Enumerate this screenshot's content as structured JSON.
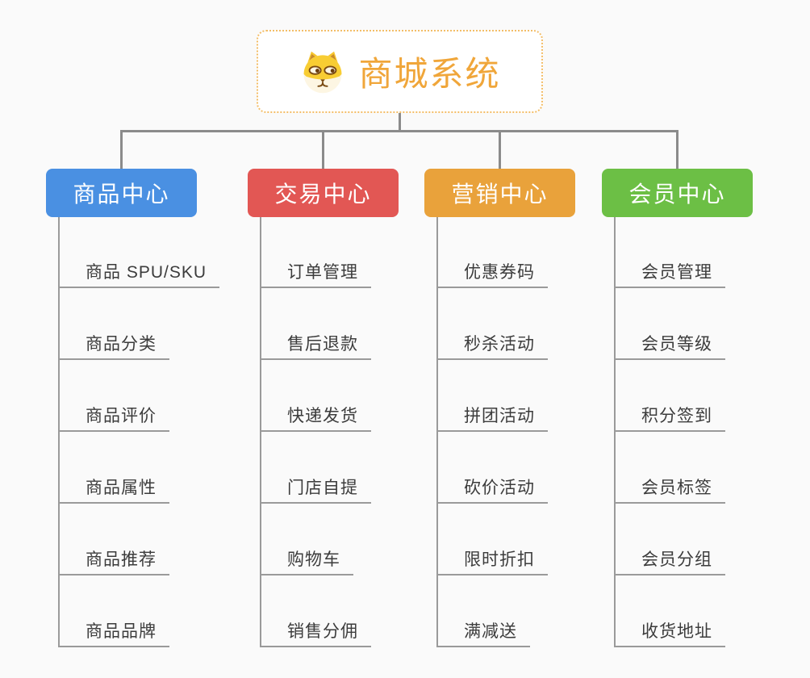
{
  "root": {
    "title": "商城系统",
    "icon": "dog-icon",
    "title_color": "#f0a63a",
    "border_color": "#f3bd67"
  },
  "colors": {
    "background": "#fafafa",
    "connector": "#8b8b8b",
    "leaf_line": "#9a9a9a",
    "leaf_text": "#3c3c3c"
  },
  "branches": [
    {
      "label": "商品中心",
      "color": "#4a90e2",
      "children": [
        "商品 SPU/SKU",
        "商品分类",
        "商品评价",
        "商品属性",
        "商品推荐",
        "商品品牌"
      ]
    },
    {
      "label": "交易中心",
      "color": "#e25754",
      "children": [
        "订单管理",
        "售后退款",
        "快递发货",
        "门店自提",
        "购物车",
        "销售分佣"
      ]
    },
    {
      "label": "营销中心",
      "color": "#e9a23b",
      "children": [
        "优惠券码",
        "秒杀活动",
        "拼团活动",
        "砍价活动",
        "限时折扣",
        "满减送"
      ]
    },
    {
      "label": "会员中心",
      "color": "#6cbf45",
      "children": [
        "会员管理",
        "会员等级",
        "积分签到",
        "会员标签",
        "会员分组",
        "收货地址"
      ]
    }
  ]
}
